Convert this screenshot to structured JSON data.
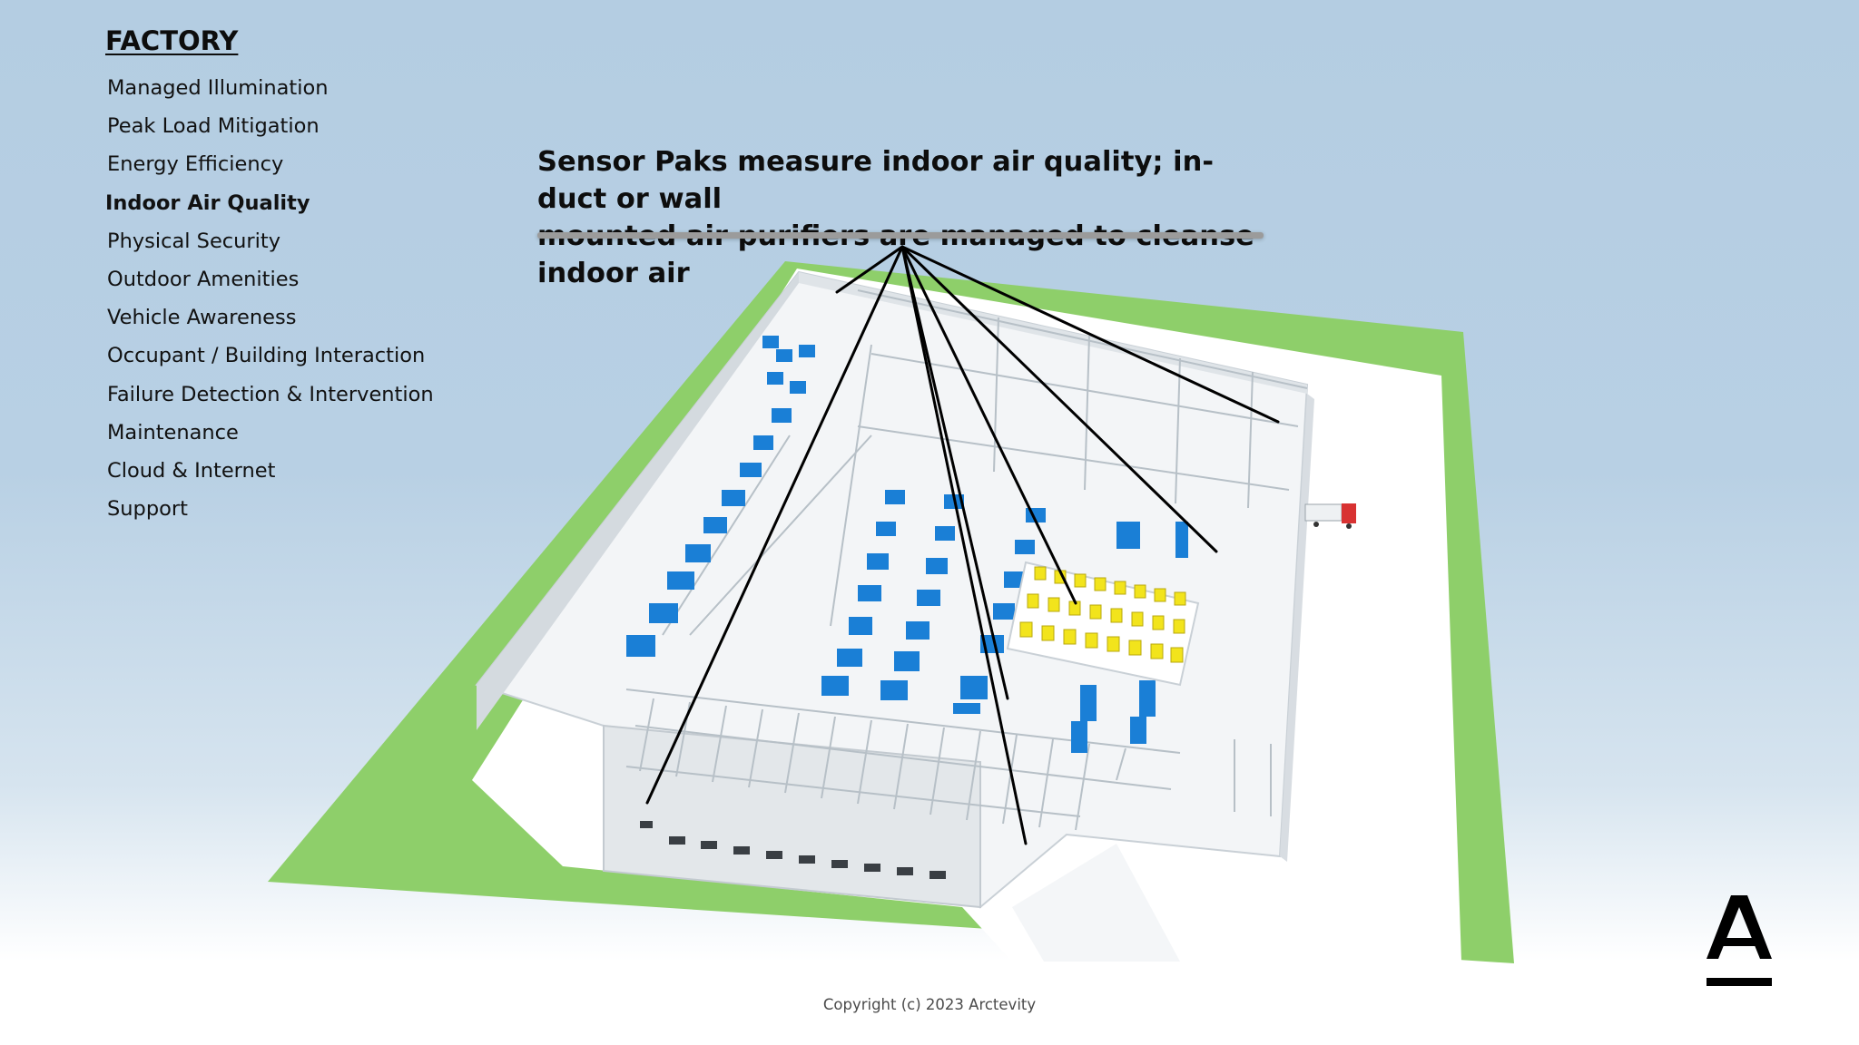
{
  "menu": {
    "title": "FACTORY",
    "items": [
      {
        "label": "Managed Illumination"
      },
      {
        "label": "Peak Load Mitigation"
      },
      {
        "label": "Energy Efficiency"
      },
      {
        "label": "Indoor Air Quality",
        "active": true
      },
      {
        "label": "Physical Security"
      },
      {
        "label": "Outdoor Amenities"
      },
      {
        "label": "Vehicle Awareness"
      },
      {
        "label": "Occupant / Building Interaction"
      },
      {
        "label": "Failure Detection & Intervention"
      },
      {
        "label": "Maintenance"
      },
      {
        "label": "Cloud & Internet"
      },
      {
        "label": "Support"
      }
    ]
  },
  "callout": {
    "text": "Sensor Paks measure indoor air quality; in-duct or wall\nmounted air purifiers are managed to cleanse indoor air"
  },
  "footer": {
    "copyright": "Copyright (c) 2023 Arctevity"
  },
  "colors": {
    "lawn": "#8ecf6a",
    "slab": "#ffffff",
    "walls": "#e9edf0",
    "machines": "#1a7fd6",
    "stations": "#f2e41c",
    "truck": "#d83232",
    "pointer_lines": "#000000"
  },
  "icons": {
    "logo": "arctevity-a-logo"
  }
}
